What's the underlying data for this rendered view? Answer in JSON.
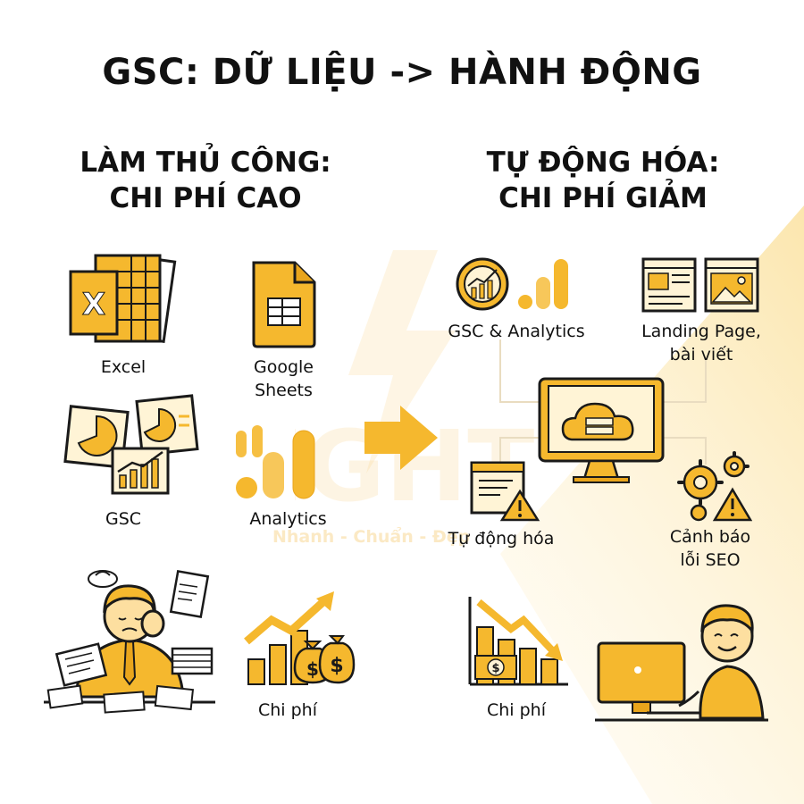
{
  "title": "GSC: DỮ LIỆU -> HÀNH ĐỘNG",
  "left_panel": {
    "heading_line1": "LÀM THỦ CÔNG:",
    "heading_line2": "CHI PHÍ CAO",
    "items": {
      "excel": "Excel",
      "sheets_line1": "Google",
      "sheets_line2": "Sheets",
      "gsc": "GSC",
      "analytics": "Analytics",
      "cost": "Chi phí"
    }
  },
  "right_panel": {
    "heading_line1": "TỰ ĐỘNG HÓA:",
    "heading_line2": "CHI PHÍ GIẢM",
    "items": {
      "gsc_analytics": "GSC & Analytics",
      "landing_line1": "Landing Page,",
      "landing_line2": "bài viết",
      "automation": "Tự động hóa",
      "seo_alert_line1": "Cảnh báo",
      "seo_alert_line2": "lỗi SEO",
      "cost": "Chi phí"
    }
  },
  "watermark": {
    "text": "IGHT",
    "tagline": "Nhanh - Chuẩn - Đẹp"
  },
  "colors": {
    "accent": "#f5b82e",
    "accent_dark": "#e9a51c",
    "outline": "#1a1a1a",
    "text": "#111111"
  }
}
